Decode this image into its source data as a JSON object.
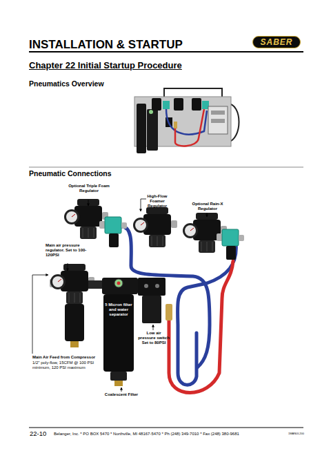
{
  "diagram": {
    "title": "Chapter 22 Initial Startup Procedure",
    "nodes": [
      {
        "text": [
          "SABER"
        ]
      }
    ],
    "labels": [
      "INSTALLATION & STARTUP",
      "Pneumatics Overview",
      "Pneumatic Connections",
      "Optional Triple Foam Regulator",
      "High-Flow Foamer Regulator",
      "Optional Rain-X Regulator",
      "Main air pressure regulator. Set to 100-120PSI",
      "5 Micron filter and water separator",
      "Low air pressure switch Set to 80PSI",
      "Main Air Feed from Compressor",
      "1/2\" poly-flow, 15CFM @ 100 PSI minimum, 120 PSI maximum",
      "Coalescent Filter",
      "22-10",
      "Belanger, Inc. * PO BOX 5470 * Northville, MI 48167-5470 * Ph (248) 349-7010 * Fax (248) 380-9681",
      "1MANUL200"
    ]
  }
}
